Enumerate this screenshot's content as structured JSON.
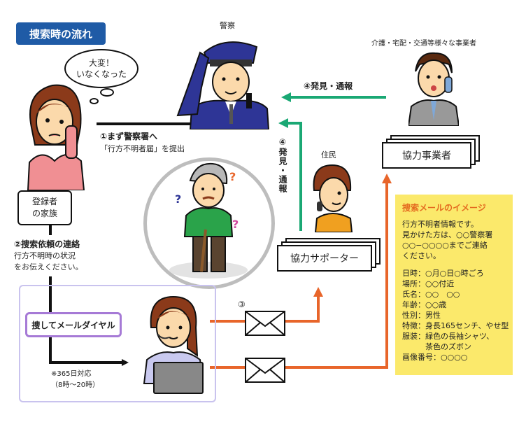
{
  "title": "捜索時の流れ",
  "actors": {
    "police": {
      "label": "警察"
    },
    "businesses": {
      "label": "介護・宅配・交通等様々な事業者",
      "box": "協力事業者"
    },
    "resident": {
      "label": "住民",
      "box": "協力サポーター"
    },
    "family": {
      "box_line1": "登録者",
      "box_line2": "の家族",
      "speech_line1": "大変！",
      "speech_line2": "いなくなった"
    },
    "dial": {
      "label": "捜してメールダイヤル",
      "note_line1": "※365日対応",
      "note_line2": "（8時～20時）"
    }
  },
  "steps": {
    "step1": {
      "line1": "①まず警察署へ",
      "line2": "「行方不明者届」を提出"
    },
    "step2": {
      "line1": "②捜索依頼の連絡",
      "line2": "行方不明時の状況",
      "line3": "をお伝えください。"
    },
    "step3": {
      "label": "③"
    },
    "step4_horizontal": {
      "label": "④発見・通報"
    },
    "step4_vertical": {
      "label": "④発見・通報"
    }
  },
  "mail_image": {
    "heading": "捜索メールのイメージ",
    "intro": [
      "行方不明者情報です。",
      "見かけた方は、○○警察署",
      "○○−○○○○までご連絡",
      "ください。"
    ],
    "fields": [
      "日時：○月○日○時ごろ",
      "場所：○○付近",
      "氏名：○○　○○",
      "年齢：○○歳",
      "性別：男性",
      "特徴：身長165センチ、やせ型",
      "服装：緑色の長袖シャツ、",
      "　　　茶色のズボン",
      "画像番号：○○○○"
    ]
  },
  "colors": {
    "title_bg": "#1f5ba6",
    "green_arrow": "#1aa874",
    "orange_arrow": "#e8652a",
    "mail_panel_bg": "#fbe96b",
    "mail_heading": "#e46a1f",
    "dial_border": "#a67ad6",
    "dial_panel_border": "#c9c3ee",
    "police_uniform": "#2e3596"
  },
  "icons": [
    "envelope-icon",
    "envelope-icon",
    "police-officer-illustration",
    "worried-woman-illustration",
    "businessman-phone-illustration",
    "resident-phone-illustration",
    "elderly-man-illustration",
    "operator-illustration"
  ]
}
